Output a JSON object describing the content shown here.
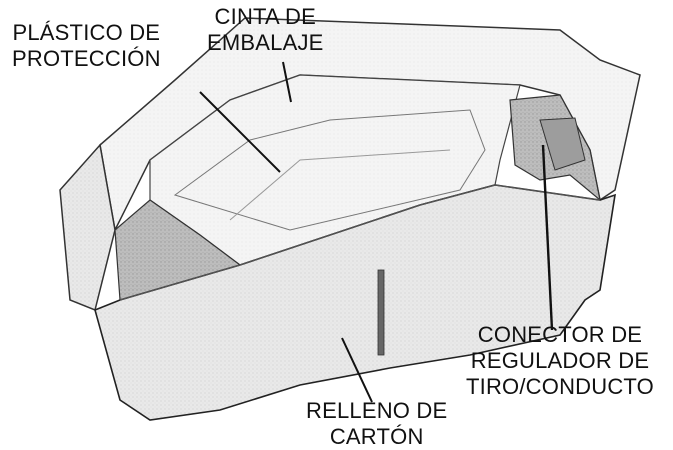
{
  "callouts": {
    "protective_plastic": {
      "line1": "PLÁSTICO DE",
      "line2": "PROTECCIÓN"
    },
    "packing_tape": {
      "line1": "CINTA DE",
      "line2": "EMBALAJE"
    },
    "damper_connector": {
      "line1": "CONECTOR DE",
      "line2": "REGULADOR DE",
      "line3": "TIRO/CONDUCTO"
    },
    "cardboard_filler": {
      "line1": "RELLENO DE",
      "line2": "CARTÓN"
    }
  }
}
